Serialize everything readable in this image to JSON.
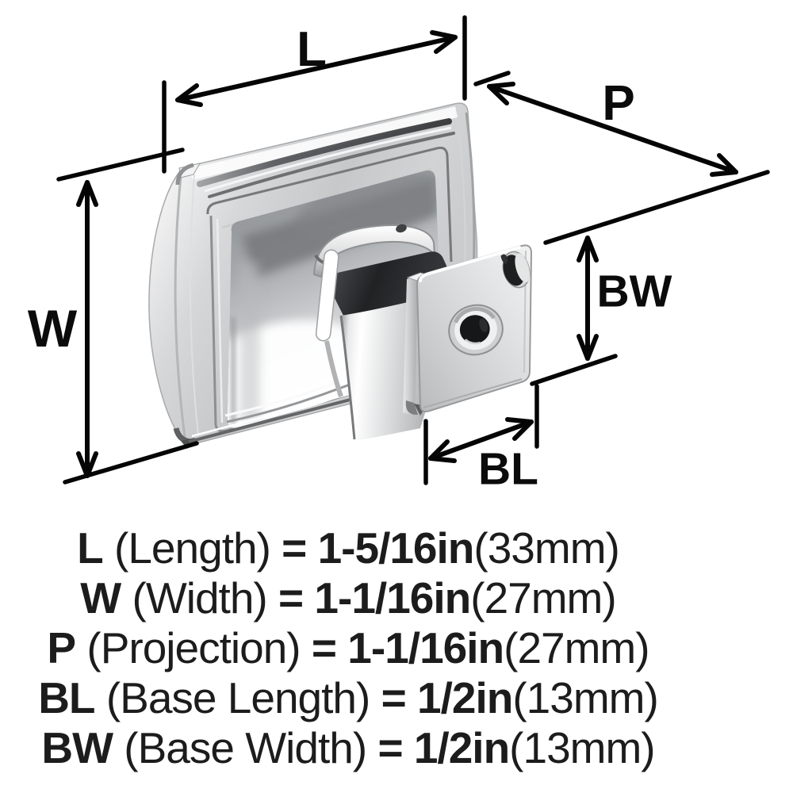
{
  "page": {
    "background": "#ffffff"
  },
  "diagram": {
    "illustration": "square-cabinet-knob-with-base-plate-3d-render",
    "line_color": "#000000",
    "metal_highlight": "#ffffff",
    "metal_mid": "#c6c8ca",
    "metal_shadow": "#2f3133",
    "labels": {
      "length": "L",
      "projection": "P",
      "width": "W",
      "base_width": "BW",
      "base_length": "BL"
    }
  },
  "specs": [
    {
      "key": "L",
      "name": "(Length)",
      "eq_value": "= 1-5/16in",
      "metric": "(33mm)"
    },
    {
      "key": "W",
      "name": "(Width)",
      "eq_value": "= 1-1/16in",
      "metric": "(27mm)"
    },
    {
      "key": "P",
      "name": "(Projection)",
      "eq_value": "= 1-1/16in",
      "metric": "(27mm)"
    },
    {
      "key": "BL",
      "name": "(Base Length)",
      "eq_value": "= 1/2in",
      "metric": "(13mm)"
    },
    {
      "key": "BW",
      "name": "(Base Width)",
      "eq_value": "= 1/2in",
      "metric": "(13mm)"
    }
  ]
}
